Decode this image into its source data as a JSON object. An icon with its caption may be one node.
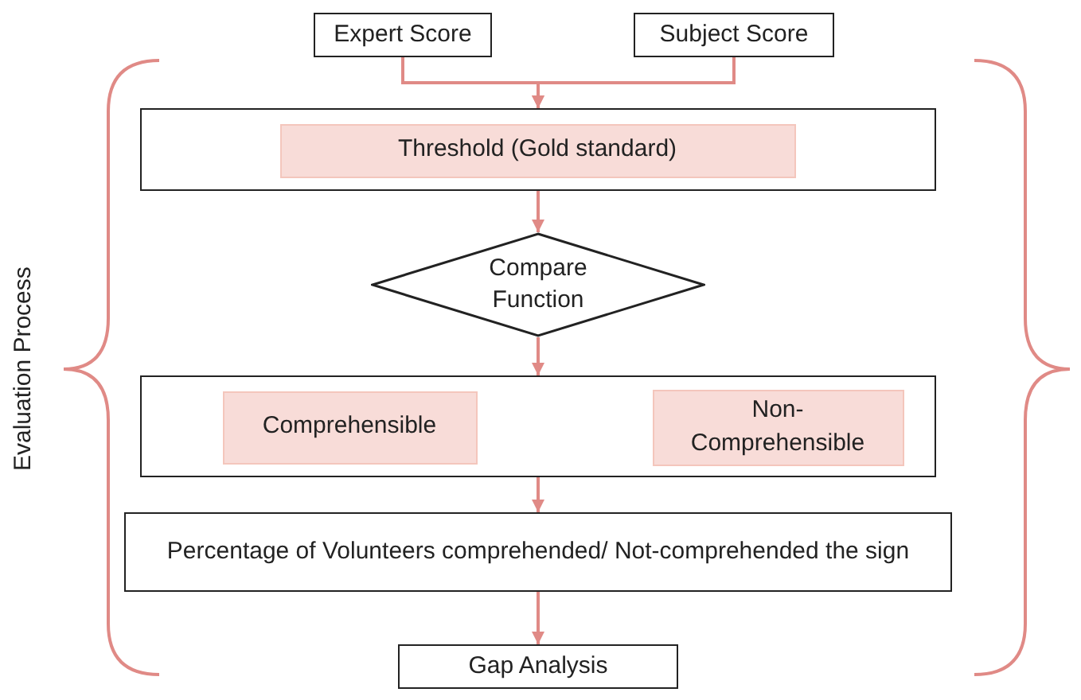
{
  "diagram": {
    "nodes": [
      {
        "text": [
          "Expert Score"
        ]
      },
      {
        "text": [
          "Subject Score"
        ]
      },
      {
        "text": [],
        "shape": "box"
      },
      {
        "text": [
          "Threshold (Gold standard)"
        ],
        "in": 2
      },
      {
        "text": [
          "Compare Function"
        ]
      },
      {
        "text": [],
        "shape": "box"
      },
      {
        "text": [
          "Comprehensible"
        ],
        "in": 5
      },
      {
        "text": [
          "Non- Comprehensible"
        ],
        "in": 5
      },
      {
        "text": [
          "Percentage of Volunteers comprehended/ Not-comprehended the sign"
        ]
      },
      {
        "text": [
          "Gap Analysis"
        ]
      }
    ],
    "edges": [
      {
        "from": 0,
        "to": 2,
        "arrow": "to"
      },
      {
        "from": 1,
        "to": 2,
        "arrow": "to"
      },
      {
        "from": 2,
        "to": 4,
        "arrow": "to"
      },
      {
        "from": 4,
        "to": 5,
        "arrow": "to"
      },
      {
        "from": 5,
        "to": 8,
        "arrow": "to"
      },
      {
        "from": 8,
        "to": 9,
        "arrow": "to"
      }
    ],
    "labels": [
      "Evaluation Process"
    ]
  }
}
